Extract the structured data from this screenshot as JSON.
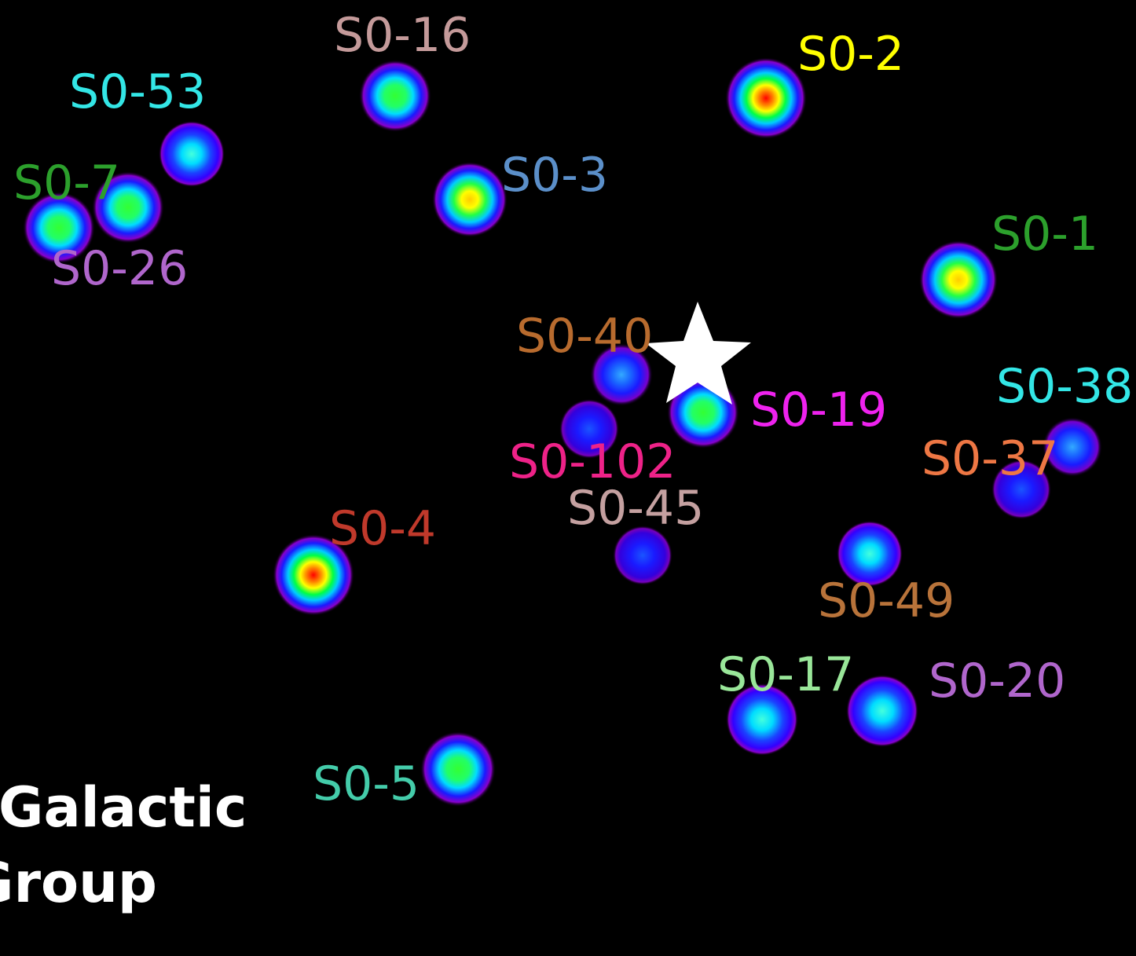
{
  "caption": {
    "line1": "Galactic",
    "line2": "Group"
  },
  "center_marker": {
    "icon": "white-five-point-star",
    "color": "#ffffff"
  },
  "colormap": [
    "#ff0000",
    "#ffff00",
    "#00ff00",
    "#00ffff",
    "#0000ff",
    "#9900cc"
  ],
  "stars": [
    {
      "id": "s0-16",
      "label": "S0-16",
      "color": "#c49a9a",
      "intensity": "green"
    },
    {
      "id": "s0-53",
      "label": "S0-53",
      "color": "#33e6e6",
      "intensity": "cyan"
    },
    {
      "id": "s0-7",
      "label": "S0-7",
      "color": "#2ca02c",
      "intensity": "green"
    },
    {
      "id": "s0-26",
      "label": "S0-26",
      "color": "#b066cc",
      "intensity": "green"
    },
    {
      "id": "s0-3",
      "label": "S0-3",
      "color": "#5b8fc9",
      "intensity": "yellow"
    },
    {
      "id": "s0-2",
      "label": "S0-2",
      "color": "#ffff00",
      "intensity": "red"
    },
    {
      "id": "s0-1",
      "label": "S0-1",
      "color": "#2ca02c",
      "intensity": "yellow"
    },
    {
      "id": "s0-40",
      "label": "S0-40",
      "color": "#b86b2e",
      "intensity": "blue"
    },
    {
      "id": "s0-19",
      "label": "S0-19",
      "color": "#ee22ee",
      "intensity": "green"
    },
    {
      "id": "s0-38",
      "label": "S0-38",
      "color": "#33e6e6",
      "intensity": "blue"
    },
    {
      "id": "s0-102",
      "label": "S0-102",
      "color": "#ee2288",
      "intensity": "blue"
    },
    {
      "id": "s0-37",
      "label": "S0-37",
      "color": "#ee7744",
      "intensity": "blue"
    },
    {
      "id": "s0-45",
      "label": "S0-45",
      "color": "#c4a0a0",
      "intensity": "darkblue"
    },
    {
      "id": "s0-4",
      "label": "S0-4",
      "color": "#c0392b",
      "intensity": "red"
    },
    {
      "id": "s0-49",
      "label": "S0-49",
      "color": "#b8733a",
      "intensity": "cyan"
    },
    {
      "id": "s0-17",
      "label": "S0-17",
      "color": "#99e699",
      "intensity": "cyan"
    },
    {
      "id": "s0-20",
      "label": "S0-20",
      "color": "#b066cc",
      "intensity": "cyan"
    },
    {
      "id": "s0-5",
      "label": "S0-5",
      "color": "#44ccaa",
      "intensity": "green"
    }
  ]
}
